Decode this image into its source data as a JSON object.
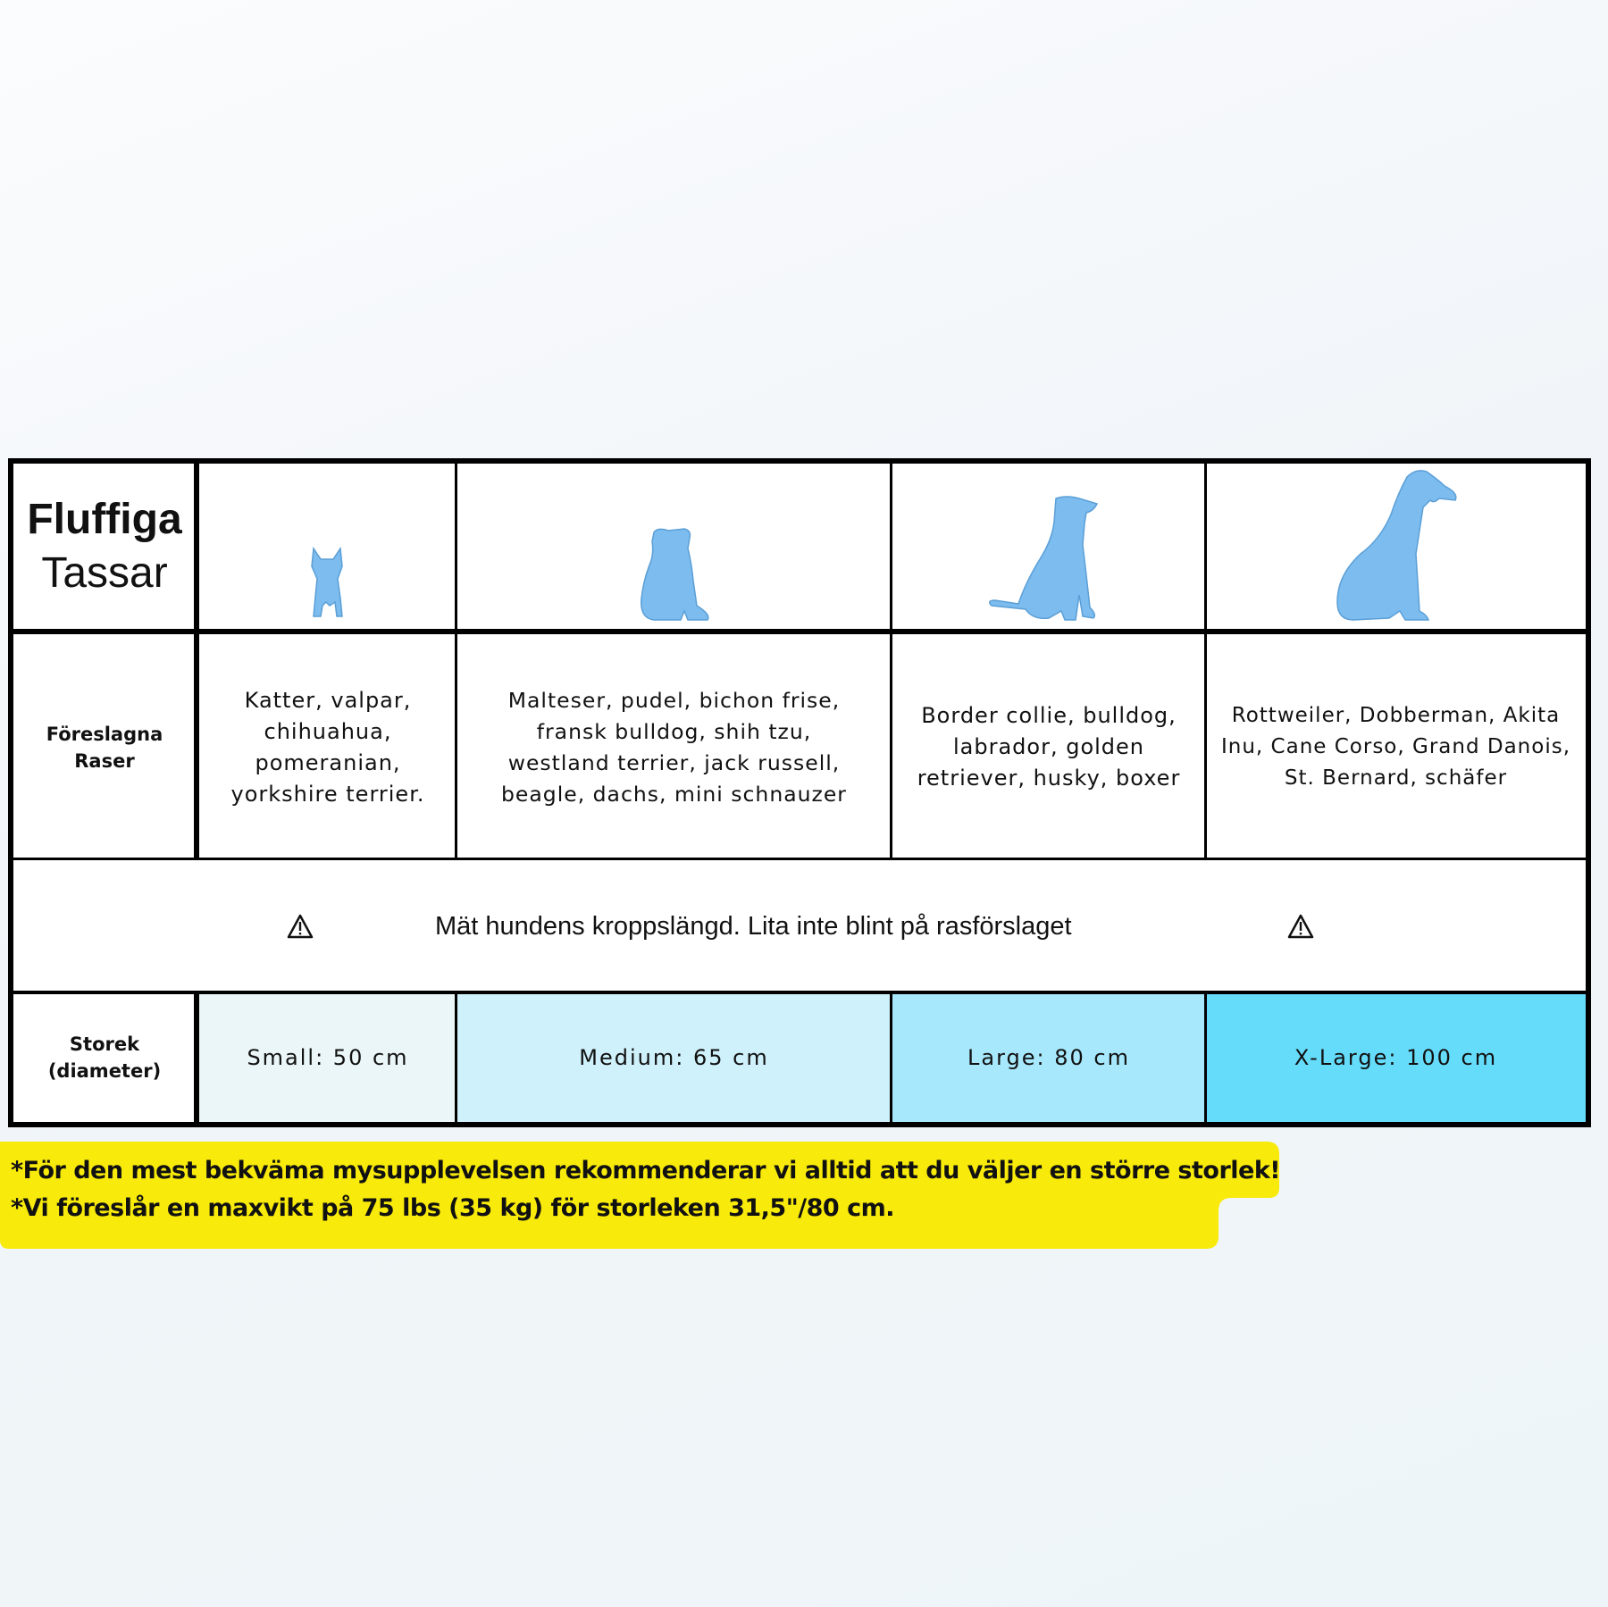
{
  "brand": {
    "line1": "Fluffiga",
    "line2": "Tassar"
  },
  "icons": {
    "dogs": [
      "small-dog-icon",
      "medium-dog-icon",
      "large-dog-icon",
      "xlarge-dog-icon"
    ],
    "warning": "warning-triangle-icon"
  },
  "colors": {
    "silhouette": "#7cbcef",
    "small": "#eaf6f7",
    "medium": "#cff1fb",
    "large": "#a7e8fc",
    "xlarge": "#66dcfb",
    "note": "#f8ea0a"
  },
  "breeds_row": {
    "label_line1": "Föreslagna",
    "label_line2": "Raser",
    "columns": [
      [
        "Katter, valpar,",
        "chihuahua,",
        "pomeranian,",
        "yorkshire terrier."
      ],
      [
        "Malteser, pudel, bichon frise,",
        "fransk bulldog, shih tzu,",
        "westland terrier, jack russell,",
        "beagle, dachs, mini schnauzer"
      ],
      [
        "Border collie, bulldog,",
        "labrador, golden",
        "retriever, husky, boxer"
      ],
      [
        "Rottweiler, Dobberman, Akita",
        "Inu, Cane Corso, Grand Danois,",
        "St. Bernard, schäfer"
      ]
    ]
  },
  "warning_text": "Mät hundens kroppslängd. Lita inte blint på rasförslaget",
  "size_row": {
    "label_line1": "Storek",
    "label_line2": "(diameter)",
    "sizes": [
      "Small: 50 cm",
      "Medium: 65 cm",
      "Large: 80 cm",
      "X-Large: 100 cm"
    ]
  },
  "notes": [
    "*För den mest bekväma mysupplevelsen rekommenderar vi alltid att du väljer en större storlek!",
    "*Vi föreslår en maxvikt på 75 lbs (35 kg) för storleken 31,5\"/80 cm."
  ]
}
